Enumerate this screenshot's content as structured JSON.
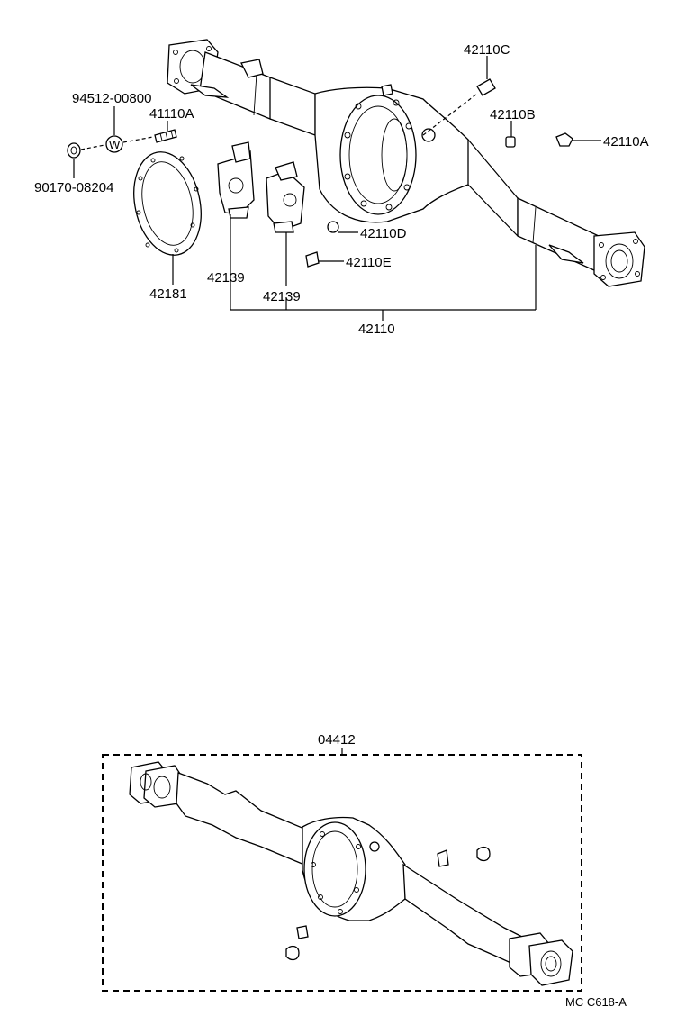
{
  "labels": {
    "p94512": "94512-00800",
    "p41110A": "41110A",
    "p90170": "90170-08204",
    "p42181": "42181",
    "p42139a": "42139",
    "p42139b": "42139",
    "p42110": "42110",
    "p42110C": "42110C",
    "p42110B": "42110B",
    "p42110A": "42110A",
    "p42110D": "42110D",
    "p42110E": "42110E",
    "p04412": "04412",
    "washer_mark": "W",
    "footer": "MC  C618-A"
  }
}
